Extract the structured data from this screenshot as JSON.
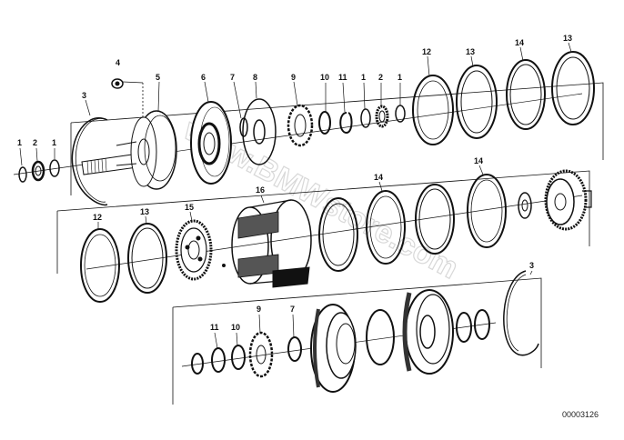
{
  "diagram": {
    "watermark": "www.BMWstore.com",
    "catalog_code": "00003126",
    "callouts": [
      {
        "id": "c1a",
        "text": "1"
      },
      {
        "id": "c2a",
        "text": "2"
      },
      {
        "id": "c1b",
        "text": "1"
      },
      {
        "id": "c3a",
        "text": "3"
      },
      {
        "id": "c4",
        "text": "4"
      },
      {
        "id": "c5",
        "text": "5"
      },
      {
        "id": "c6",
        "text": "6"
      },
      {
        "id": "c7a",
        "text": "7"
      },
      {
        "id": "c8",
        "text": "8"
      },
      {
        "id": "c9a",
        "text": "9"
      },
      {
        "id": "c10a",
        "text": "10"
      },
      {
        "id": "c11a",
        "text": "11"
      },
      {
        "id": "c1c",
        "text": "1"
      },
      {
        "id": "c2b",
        "text": "2"
      },
      {
        "id": "c1d",
        "text": "1"
      },
      {
        "id": "c12a",
        "text": "12"
      },
      {
        "id": "c13a",
        "text": "13"
      },
      {
        "id": "c14a",
        "text": "14"
      },
      {
        "id": "c13b",
        "text": "13"
      },
      {
        "id": "c12b",
        "text": "12"
      },
      {
        "id": "c13c",
        "text": "13"
      },
      {
        "id": "c15",
        "text": "15"
      },
      {
        "id": "c16",
        "text": "16"
      },
      {
        "id": "c14b",
        "text": "14"
      },
      {
        "id": "c14c",
        "text": "14"
      },
      {
        "id": "c11b",
        "text": "11"
      },
      {
        "id": "c10b",
        "text": "10"
      },
      {
        "id": "c9b",
        "text": "9"
      },
      {
        "id": "c7b",
        "text": "7"
      },
      {
        "id": "c3b",
        "text": "3"
      }
    ]
  }
}
